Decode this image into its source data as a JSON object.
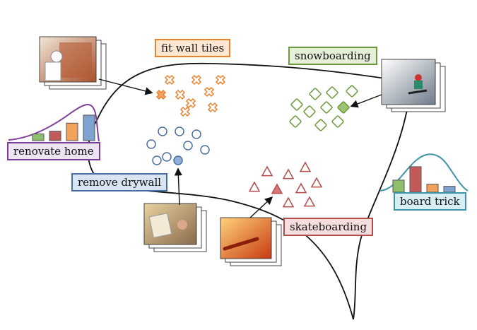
{
  "labels": {
    "fit_wall_tiles": "fit wall tiles",
    "snowboarding": "snowboarding",
    "renovate_home": "renovate home",
    "remove_drywall": "remove drywall",
    "skateboarding": "skateboarding",
    "board_trick": "board trick"
  },
  "colors": {
    "orange": "#e8822c",
    "green": "#6e9a3f",
    "purple": "#7d3c9a",
    "blue": "#4a6fa5",
    "red": "#b44a4a",
    "teal": "#3f93a8",
    "curve": "#111111"
  },
  "histograms": {
    "renovate_home": [
      {
        "color": "#8fbf6a",
        "value": 0.25
      },
      {
        "color": "#c25a5a",
        "value": 0.35
      },
      {
        "color": "#f2a25a",
        "value": 0.65
      },
      {
        "color": "#7fa3d0",
        "value": 0.95
      }
    ],
    "board_trick": [
      {
        "color": "#8fbf6a",
        "value": 0.45
      },
      {
        "color": "#c25a5a",
        "value": 0.95
      },
      {
        "color": "#f2a25a",
        "value": 0.3
      },
      {
        "color": "#7fa3d0",
        "value": 0.22
      }
    ]
  },
  "icons": {
    "orange_cluster": "x-mark-icon",
    "green_cluster": "diamond-icon",
    "blue_cluster": "circle-icon",
    "red_cluster": "triangle-icon"
  }
}
